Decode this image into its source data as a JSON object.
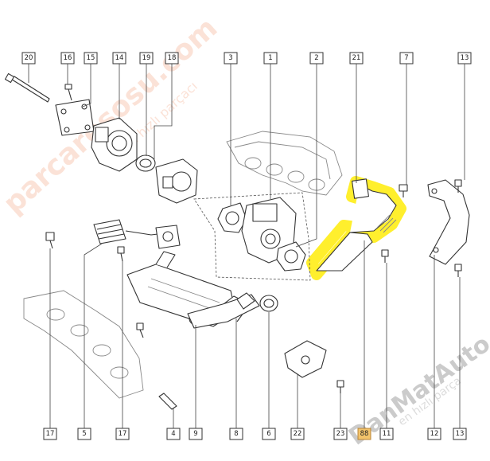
{
  "diagram": {
    "callouts_top": [
      "20",
      "16",
      "15",
      "14",
      "19",
      "18",
      "3",
      "1",
      "2",
      "21",
      "7",
      "13"
    ],
    "callouts_bottom": [
      "17",
      "5",
      "17",
      "4",
      "9",
      "8",
      "6",
      "22",
      "23",
      "88",
      "11",
      "12",
      "13"
    ],
    "highlighted_callout": "88",
    "highlight_color": "#ffee22",
    "highlight_badge_color": "#f2c36b"
  },
  "watermarks": {
    "left_site": "parcaresosu.com",
    "left_tagline": "en hızlı parçacı",
    "right_brand": "DanMatAuto",
    "right_tagline": "en hızlı parça"
  }
}
